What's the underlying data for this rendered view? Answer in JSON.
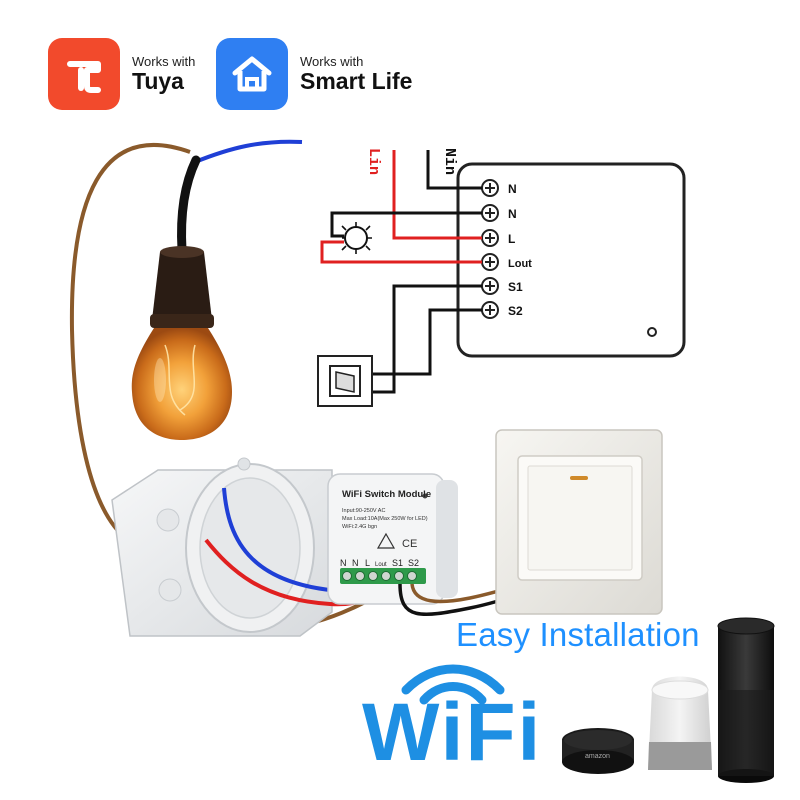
{
  "badges": {
    "tuya": {
      "small": "Works with",
      "big": "Tuya",
      "color": "#f24a2c"
    },
    "smart_life": {
      "small": "Works with",
      "big": "Smart Life",
      "color": "#2f7ff2"
    }
  },
  "diagram": {
    "l_in": "Lin",
    "n_in": "Nin",
    "terminals": [
      "N",
      "N",
      "L",
      "Lout",
      "S1",
      "S2"
    ]
  },
  "module": {
    "title": "WiFi Switch Module",
    "line1": "Input:90-250V AC",
    "line2": "Max Load:10A(Max 250W for LED)",
    "line3": "WiFi:2.4G bgn",
    "ce_mark": "CE",
    "terminals": [
      "N",
      "N",
      "L",
      "Lout",
      "S1",
      "S2"
    ]
  },
  "speaker_label": "amazon",
  "tagline": "Easy Installation",
  "wifi_word": "WiFi",
  "colors": {
    "wire_brown": "#8a5a2b",
    "wire_blue": "#1f3fd6",
    "wire_red": "#e02020",
    "accent_blue": "#1e90ff"
  }
}
